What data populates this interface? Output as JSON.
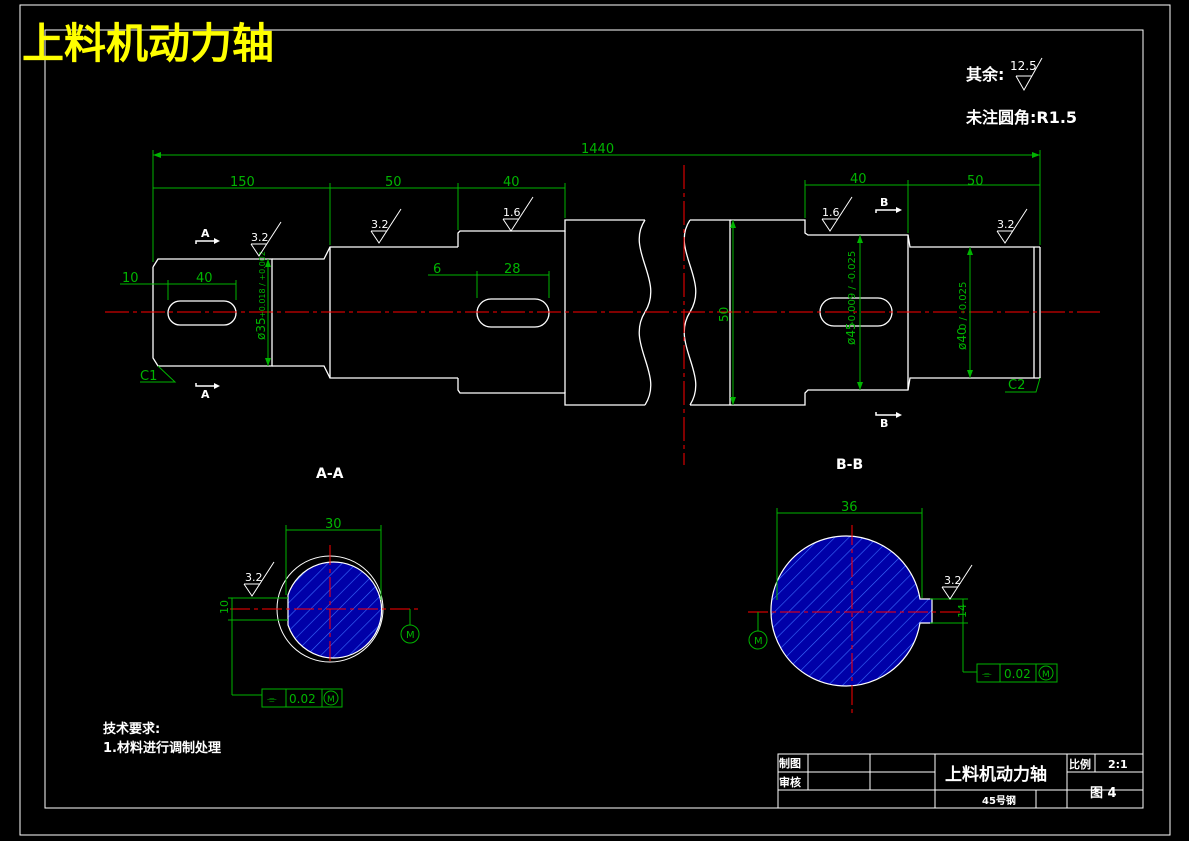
{
  "header_title": "上料机动力轴",
  "notes": {
    "surface_rest_label": "其余:",
    "surface_rest_value": "12.5",
    "fillet_note": "未注圆角:R1.5"
  },
  "dimensions": {
    "overall_length": "1440",
    "seg_150": "150",
    "seg_50_left": "50",
    "seg_40_left": "40",
    "seg_40_right": "40",
    "seg_50_right": "50",
    "offset_10": "10",
    "keyway_40": "40",
    "offset_6": "6",
    "keyway_28": "28",
    "center_50": "50",
    "dia_35": "ø35",
    "tol_35": "+0.018 / +0.002",
    "dia_45": "ø45",
    "tol_45": "-0.009 / -0.025",
    "dia_40": "ø40",
    "tol_40": "0 / -0.025",
    "chamfer_c1": "C1",
    "chamfer_c2": "C2",
    "roughness_3_2": "3.2",
    "roughness_1_6": "1.6"
  },
  "sections": {
    "aa_label": "A-A",
    "bb_label": "B-B",
    "aa_width": "30",
    "aa_key": "10",
    "bb_width": "36",
    "bb_key": "14",
    "cut_a": "A",
    "cut_b": "B",
    "symmetry_tol": "0.02",
    "symmetry_symbol": "⌯",
    "mmc_symbol": "M"
  },
  "tech_requirements": {
    "heading": "技术要求:",
    "item1": "1.材料进行调制处理"
  },
  "title_block": {
    "drawn_label": "制图",
    "checked_label": "审核",
    "part_name": "上料机动力轴",
    "material": "45号钢",
    "scale_label": "比例",
    "scale_value": "2:1",
    "sheet_label": "图 4"
  },
  "colors": {
    "outline": "#ffffff",
    "dimension": "#00b400",
    "centerline": "#ff0000",
    "hatch_fill": "#0000a8",
    "hatch_line": "#3a6cff",
    "title": "#ffff00"
  }
}
